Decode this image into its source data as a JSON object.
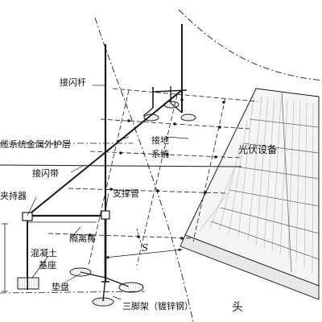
{
  "labels": {
    "air_terminal": "接闪杆",
    "cable_metal_sheath": "缆系统金属外护层",
    "earthing_system_line1": "接地",
    "earthing_system_line2": "系统",
    "pv_equipment": "光伏设备",
    "lightning_strip": "接闪带",
    "clamp_holder": "夹持器",
    "support_pipe": "支撑管",
    "isolation_rod": "隔离棒",
    "concrete_base_line1": "混凝土",
    "concrete_base_line2": "基座",
    "separation_distance": "S",
    "pad": "垫盘",
    "tripod_galvanized": "三脚架（镀锌钢）",
    "watermark": "头"
  },
  "colors": {
    "line": "#1a1a1a",
    "panel_fill": "#f4f4f4",
    "panel_grid": "#6a6a6a",
    "hatch": "#b5b5b5",
    "text": "#111111"
  }
}
